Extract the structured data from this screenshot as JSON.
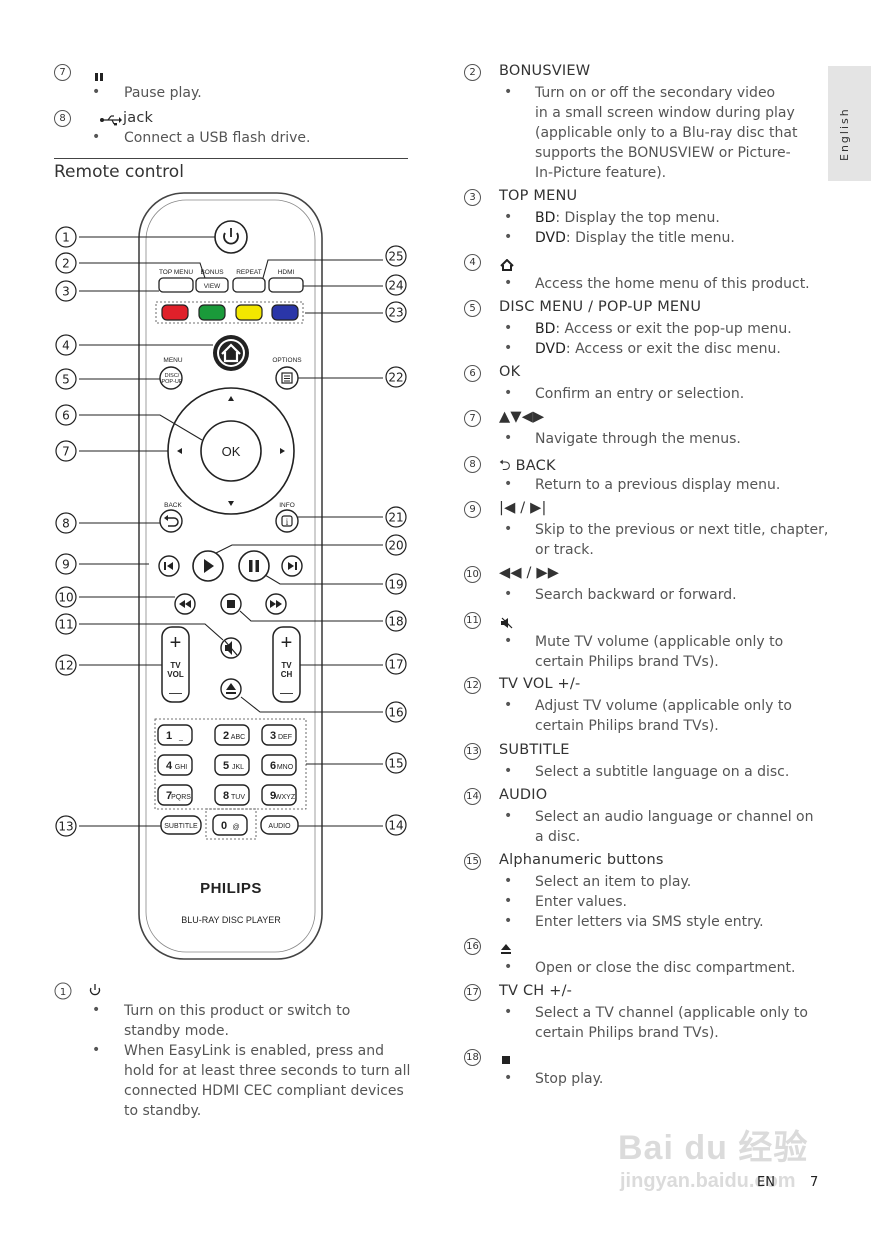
{
  "side_tab": "English",
  "left_top": [
    {
      "num": "7",
      "icon": "pause-icon",
      "lines": [
        "Pause play."
      ]
    },
    {
      "num": "8",
      "icon": "usb-icon",
      "title": "jack",
      "lines": [
        "Connect a USB flash drive."
      ]
    }
  ],
  "section_title": "Remote control",
  "remote": {
    "buttons": {
      "top_menu": "TOP MENU",
      "bonus": "BONUS",
      "view": "VIEW",
      "repeat": "REPEAT",
      "hdmi": "HDMI",
      "menu": "MENU",
      "disc_popup_1": "DISC/",
      "disc_popup_2": "POP-UP",
      "options": "OPTIONS",
      "ok": "OK",
      "back": "BACK",
      "info": "INFO",
      "tv_vol_1": "TV",
      "tv_vol_2": "VOL",
      "tv_ch_1": "TV",
      "tv_ch_2": "CH",
      "subtitle": "SUBTITLE",
      "audio": "AUDIO",
      "keys": [
        [
          "1",
          "_"
        ],
        [
          "2",
          "ABC"
        ],
        [
          "3",
          "DEF"
        ],
        [
          "4",
          "GHI"
        ],
        [
          "5",
          "JKL"
        ],
        [
          "6",
          "MNO"
        ],
        [
          "7",
          "PQRS"
        ],
        [
          "8",
          "TUV"
        ],
        [
          "9",
          "WXYZ"
        ],
        [
          "0",
          "@"
        ]
      ],
      "plus": "+",
      "minus": "—"
    },
    "brand": "PHILIPS",
    "model": "BLU-RAY DISC PLAYER",
    "callouts_left": [
      "1",
      "2",
      "3",
      "4",
      "5",
      "6",
      "7",
      "8",
      "9",
      "10",
      "11",
      "12",
      "13"
    ],
    "callouts_right": [
      "25",
      "24",
      "23",
      "22",
      "21",
      "20",
      "19",
      "18",
      "17",
      "16",
      "15",
      "14"
    ],
    "colors": {
      "red": "#e0202a",
      "green": "#1a9a3a",
      "yellow": "#f2e600",
      "blue": "#2a36a8"
    }
  },
  "left_bottom": {
    "num": "1",
    "icon": "power-icon",
    "bullets": [
      [
        "Turn on this product or switch to",
        "standby mode."
      ],
      [
        "When EasyLink is enabled, press and",
        "hold for at least three seconds to turn all",
        "connected HDMI CEC compliant devices",
        "to standby."
      ]
    ]
  },
  "right_items": [
    {
      "num": "2",
      "title": "BONUSVIEW",
      "bullets": [
        [
          "Turn on or off the secondary video",
          "in a small screen window during play",
          "(applicable only to a Blu-ray disc that",
          "supports the BONUSVIEW or Picture-",
          "In-Picture feature)."
        ]
      ]
    },
    {
      "num": "3",
      "title": "TOP MENU",
      "bullets": [
        [
          {
            "b": "BD",
            "t": ": Display the top menu."
          }
        ],
        [
          {
            "b": "DVD",
            "t": ": Display the title menu."
          }
        ]
      ]
    },
    {
      "num": "4",
      "icon": "home-icon",
      "bullets": [
        [
          "Access the home menu of this product."
        ]
      ]
    },
    {
      "num": "5",
      "title": "DISC MENU / POP-UP MENU",
      "bullets": [
        [
          {
            "b": "BD",
            "t": ": Access or exit the pop-up menu."
          }
        ],
        [
          {
            "b": "DVD",
            "t": ": Access or exit the disc menu."
          }
        ]
      ]
    },
    {
      "num": "6",
      "title": "OK",
      "bullets": [
        [
          "Confirm an entry or selection."
        ]
      ]
    },
    {
      "num": "7",
      "title": "▲▼◀▶",
      "bullets": [
        [
          "Navigate through the menus."
        ]
      ]
    },
    {
      "num": "8",
      "title": "⮌ BACK",
      "bullets": [
        [
          "Return to a previous display menu."
        ]
      ]
    },
    {
      "num": "9",
      "title": "|◀ / ▶|",
      "bullets": [
        [
          "Skip to the previous or next title, chapter,",
          "or track."
        ]
      ]
    },
    {
      "num": "10",
      "title": "◀◀ / ▶▶",
      "bullets": [
        [
          "Search backward or forward."
        ]
      ]
    },
    {
      "num": "11",
      "icon": "mute-icon",
      "bullets": [
        [
          "Mute TV volume (applicable only to",
          "certain Philips brand TVs)."
        ]
      ]
    },
    {
      "num": "12",
      "title": "TV VOL +/-",
      "bullets": [
        [
          "Adjust TV volume (applicable only to",
          "certain Philips brand TVs)."
        ]
      ]
    },
    {
      "num": "13",
      "title": "SUBTITLE",
      "bullets": [
        [
          "Select a subtitle language on a disc."
        ]
      ]
    },
    {
      "num": "14",
      "title": "AUDIO",
      "bullets": [
        [
          "Select an audio language or channel on",
          "a disc."
        ]
      ]
    },
    {
      "num": "15",
      "title": "Alphanumeric buttons",
      "bullets": [
        [
          "Select an item to play."
        ],
        [
          "Enter values."
        ],
        [
          "Enter letters via SMS style entry."
        ]
      ]
    },
    {
      "num": "16",
      "icon": "eject-icon",
      "bullets": [
        [
          "Open or close the disc compartment."
        ]
      ]
    },
    {
      "num": "17",
      "title": "TV CH +/-",
      "bullets": [
        [
          "Select a TV channel (applicable only to",
          "certain Philips brand TVs)."
        ]
      ]
    },
    {
      "num": "18",
      "icon": "stop-icon",
      "bullets": [
        [
          "Stop play."
        ]
      ]
    }
  ],
  "footer": {
    "lang": "EN",
    "page": "7"
  },
  "watermark": {
    "brand": "Bai du 经验",
    "url": "jingyan.baidu.com"
  }
}
